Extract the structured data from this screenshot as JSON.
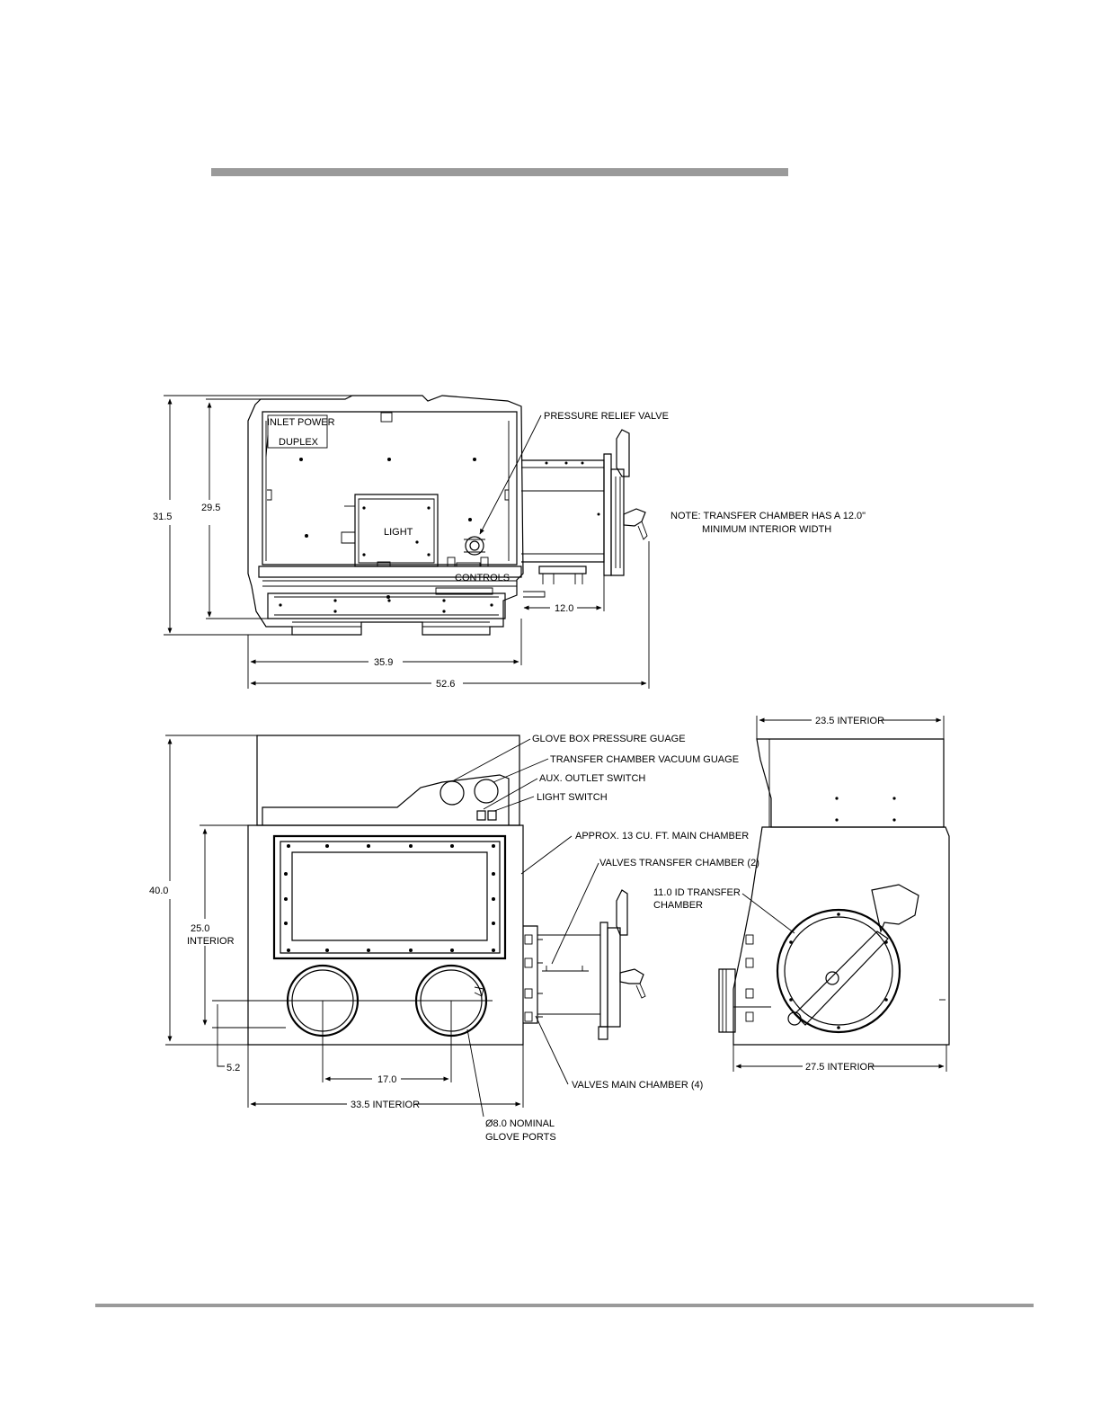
{
  "top_view": {
    "labels": {
      "inlet_power": "INLET POWER",
      "duplex": "DUPLEX",
      "light": "LIGHT",
      "controls": "CONTROLS",
      "pressure_relief_valve": "PRESSURE RELIEF VALVE",
      "note_line1": "NOTE: TRANSFER CHAMBER HAS A 12.0\"",
      "note_line2": "MINIMUM INTERIOR WIDTH"
    },
    "dimensions": {
      "overall_height": "31.5",
      "body_height": "29.5",
      "transfer_length": "12.0",
      "body_width": "35.9",
      "overall_width": "52.6"
    }
  },
  "front_view": {
    "callouts": {
      "pressure_gauge": "GLOVE BOX PRESSURE GUAGE",
      "vacuum_gauge": "TRANSFER CHAMBER VACUUM GUAGE",
      "aux_outlet": "AUX. OUTLET SWITCH",
      "light_switch": "LIGHT SWITCH",
      "main_chamber": "APPROX. 13 CU. FT. MAIN CHAMBER",
      "valves_transfer": "VALVES TRANSFER CHAMBER (2)",
      "valves_main": "VALVES MAIN CHAMBER (4)",
      "glove_ports_line1": "Ø8.0 NOMINAL",
      "glove_ports_line2": "GLOVE PORTS"
    },
    "dimensions": {
      "overall_height": "40.0",
      "interior_height": "25.0",
      "interior_height_label": "INTERIOR",
      "port_height": "5.2",
      "port_spacing": "17.0",
      "interior_width": "33.5 INTERIOR"
    }
  },
  "side_view": {
    "callouts": {
      "transfer_chamber_line1": "11.0 ID TRANSFER",
      "transfer_chamber_line2": "CHAMBER"
    },
    "dimensions": {
      "top_interior": "23.5 INTERIOR",
      "bottom_interior": "27.5 INTERIOR"
    }
  }
}
